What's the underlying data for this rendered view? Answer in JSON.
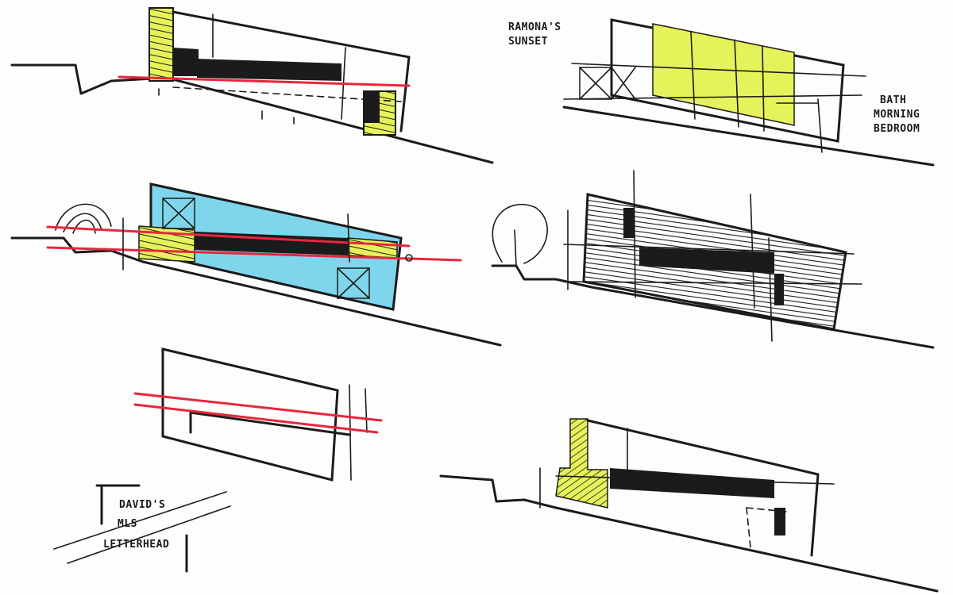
{
  "annotations": {
    "sunset": [
      "RAMONA'S",
      "SUNSET"
    ],
    "morning": [
      "BATH",
      "MORNING",
      "BEDROOM"
    ],
    "letterhead": [
      "DAVID'S",
      "MLS",
      "LETTERHEAD"
    ]
  },
  "colors": {
    "ink": "#1b1b1b",
    "yellow_marker": "#e6f25a",
    "blue_marker": "#7fd6ec",
    "red_line": "#e8263f",
    "paper": "#fdfdfb"
  }
}
